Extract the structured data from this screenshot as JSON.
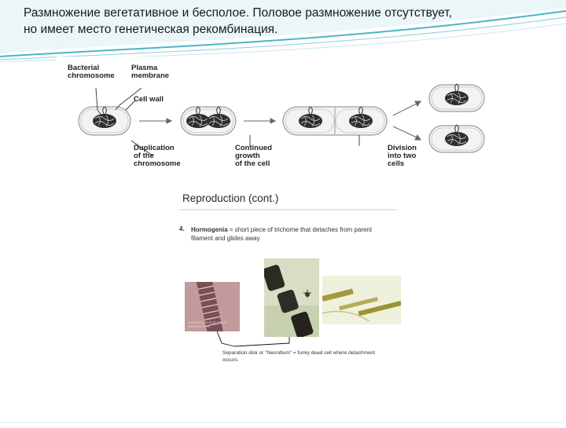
{
  "slide": {
    "title_line1": "Размножение вегетативное и бесполое. Половое размножение отсутствует,",
    "title_line2": "но имеет место генетическая рекомбинация."
  },
  "fission_diagram": {
    "label_bacterial_chromosome": [
      "Bacterial",
      "chromosome"
    ],
    "label_plasma_membrane": [
      "Plasma",
      "membrane"
    ],
    "label_cell_wall": "Cell wall",
    "label_duplication": [
      "Duplication",
      "of the",
      "chromosome"
    ],
    "label_continued_growth": [
      "Continued",
      "growth",
      "of the cell"
    ],
    "label_division": [
      "Division",
      "into two",
      "cells"
    ]
  },
  "reproduction_panel": {
    "title": "Reproduction (cont.)",
    "item_number": "4.",
    "item_term": "Hormogenia",
    "item_text": " = short piece of trichome that detaches from parent filament and glides away",
    "caption": "Separation disk or \"Necridium\" = funky dead cell where detachment occurs",
    "photo_watermark": "DARTMOUTH ELECTRON MICROSCOPE"
  },
  "colors": {
    "header_accent": "#4bb5c4",
    "cell_outline": "#999999",
    "arrow": "#666666"
  }
}
